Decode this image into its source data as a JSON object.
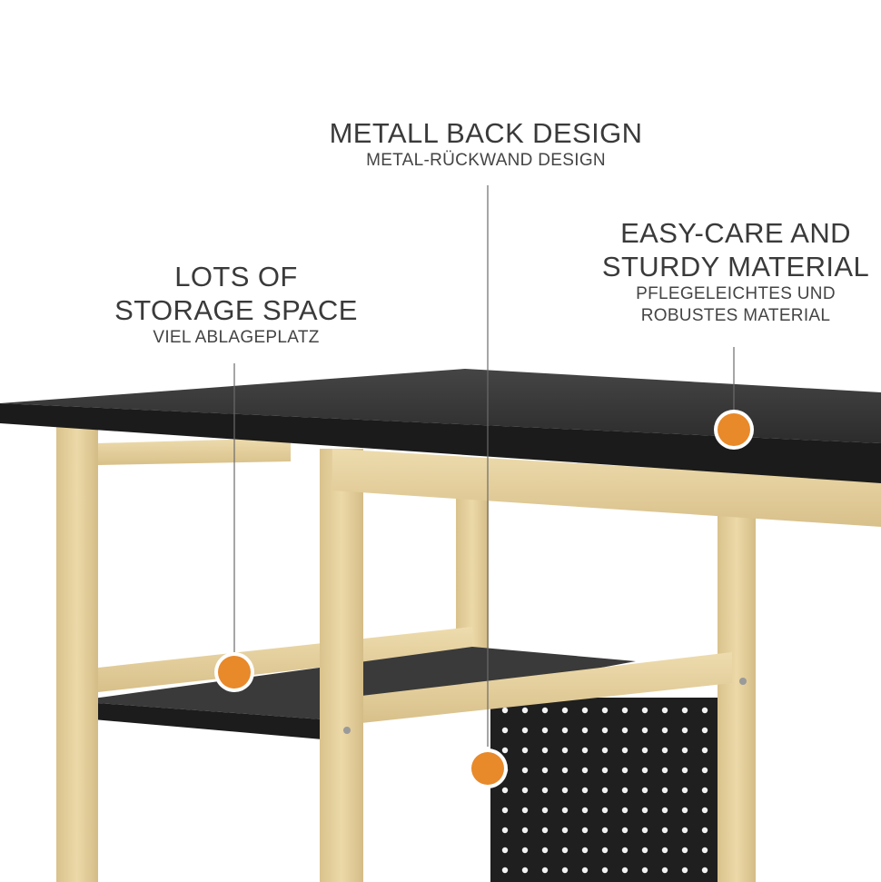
{
  "callouts": {
    "metal_back": {
      "title": "METALL BACK DESIGN",
      "subtitle": "METAL-RÜCKWAND DESIGN"
    },
    "easy_care": {
      "title_line1": "EASY-CARE AND",
      "title_line2": "STURDY MATERIAL",
      "subtitle_line1": "PFLEGELEICHTES UND",
      "subtitle_line2": "ROBUSTES MATERIAL"
    },
    "storage": {
      "title_line1": "LOTS OF",
      "title_line2": "STORAGE SPACE",
      "subtitle": "VIEL ABLAGEPLATZ"
    }
  },
  "colors": {
    "marker": "#e8892a",
    "desktop": "#2b2b2b",
    "wood": "#e3cd98",
    "pegboard": "#1e1e1e",
    "leader_line": "#6b6b6b"
  }
}
